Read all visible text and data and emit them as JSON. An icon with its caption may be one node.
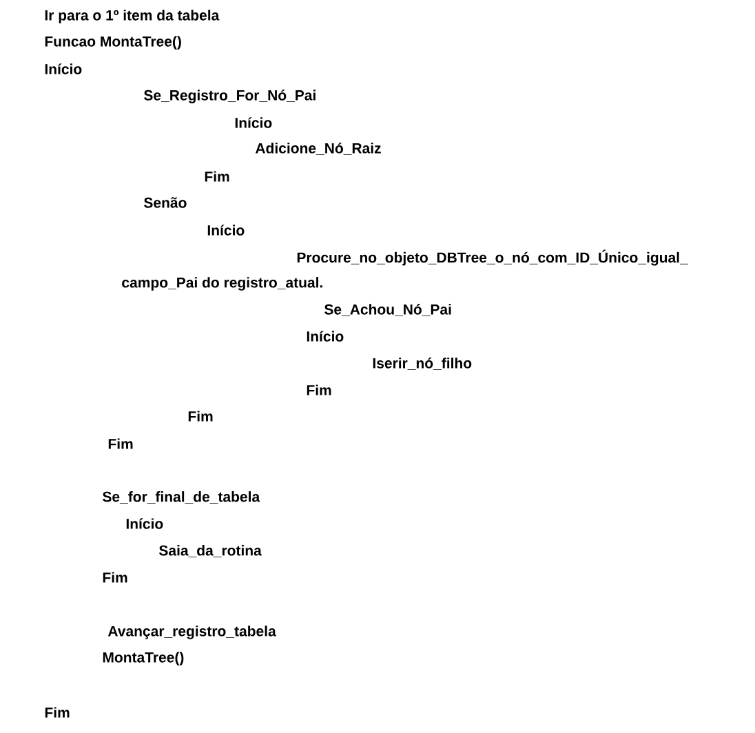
{
  "diagram": {
    "labels": [
      "Ir para o 1º item da tabela",
      "Funcao  MontaTree()",
      "Início",
      "Se_Registro_For_Nó_Pai",
      "Início",
      "Adicione_Nó_Raiz",
      "Fim",
      "Senão",
      "Início",
      "Procure_no_objeto_DBTree_o_nó_com_ID_Único_igual_",
      "campo_Pai do registro_atual.",
      "Se_Achou_Nó_Pai",
      "Início",
      "Iserir_nó_filho",
      "Fim",
      "Fim",
      "Fim",
      "Se_for_final_de_tabela",
      "Início",
      "Saia_da_rotina",
      "Fim",
      "Avançar_registro_tabela",
      "MontaTree()",
      "Fim"
    ]
  }
}
